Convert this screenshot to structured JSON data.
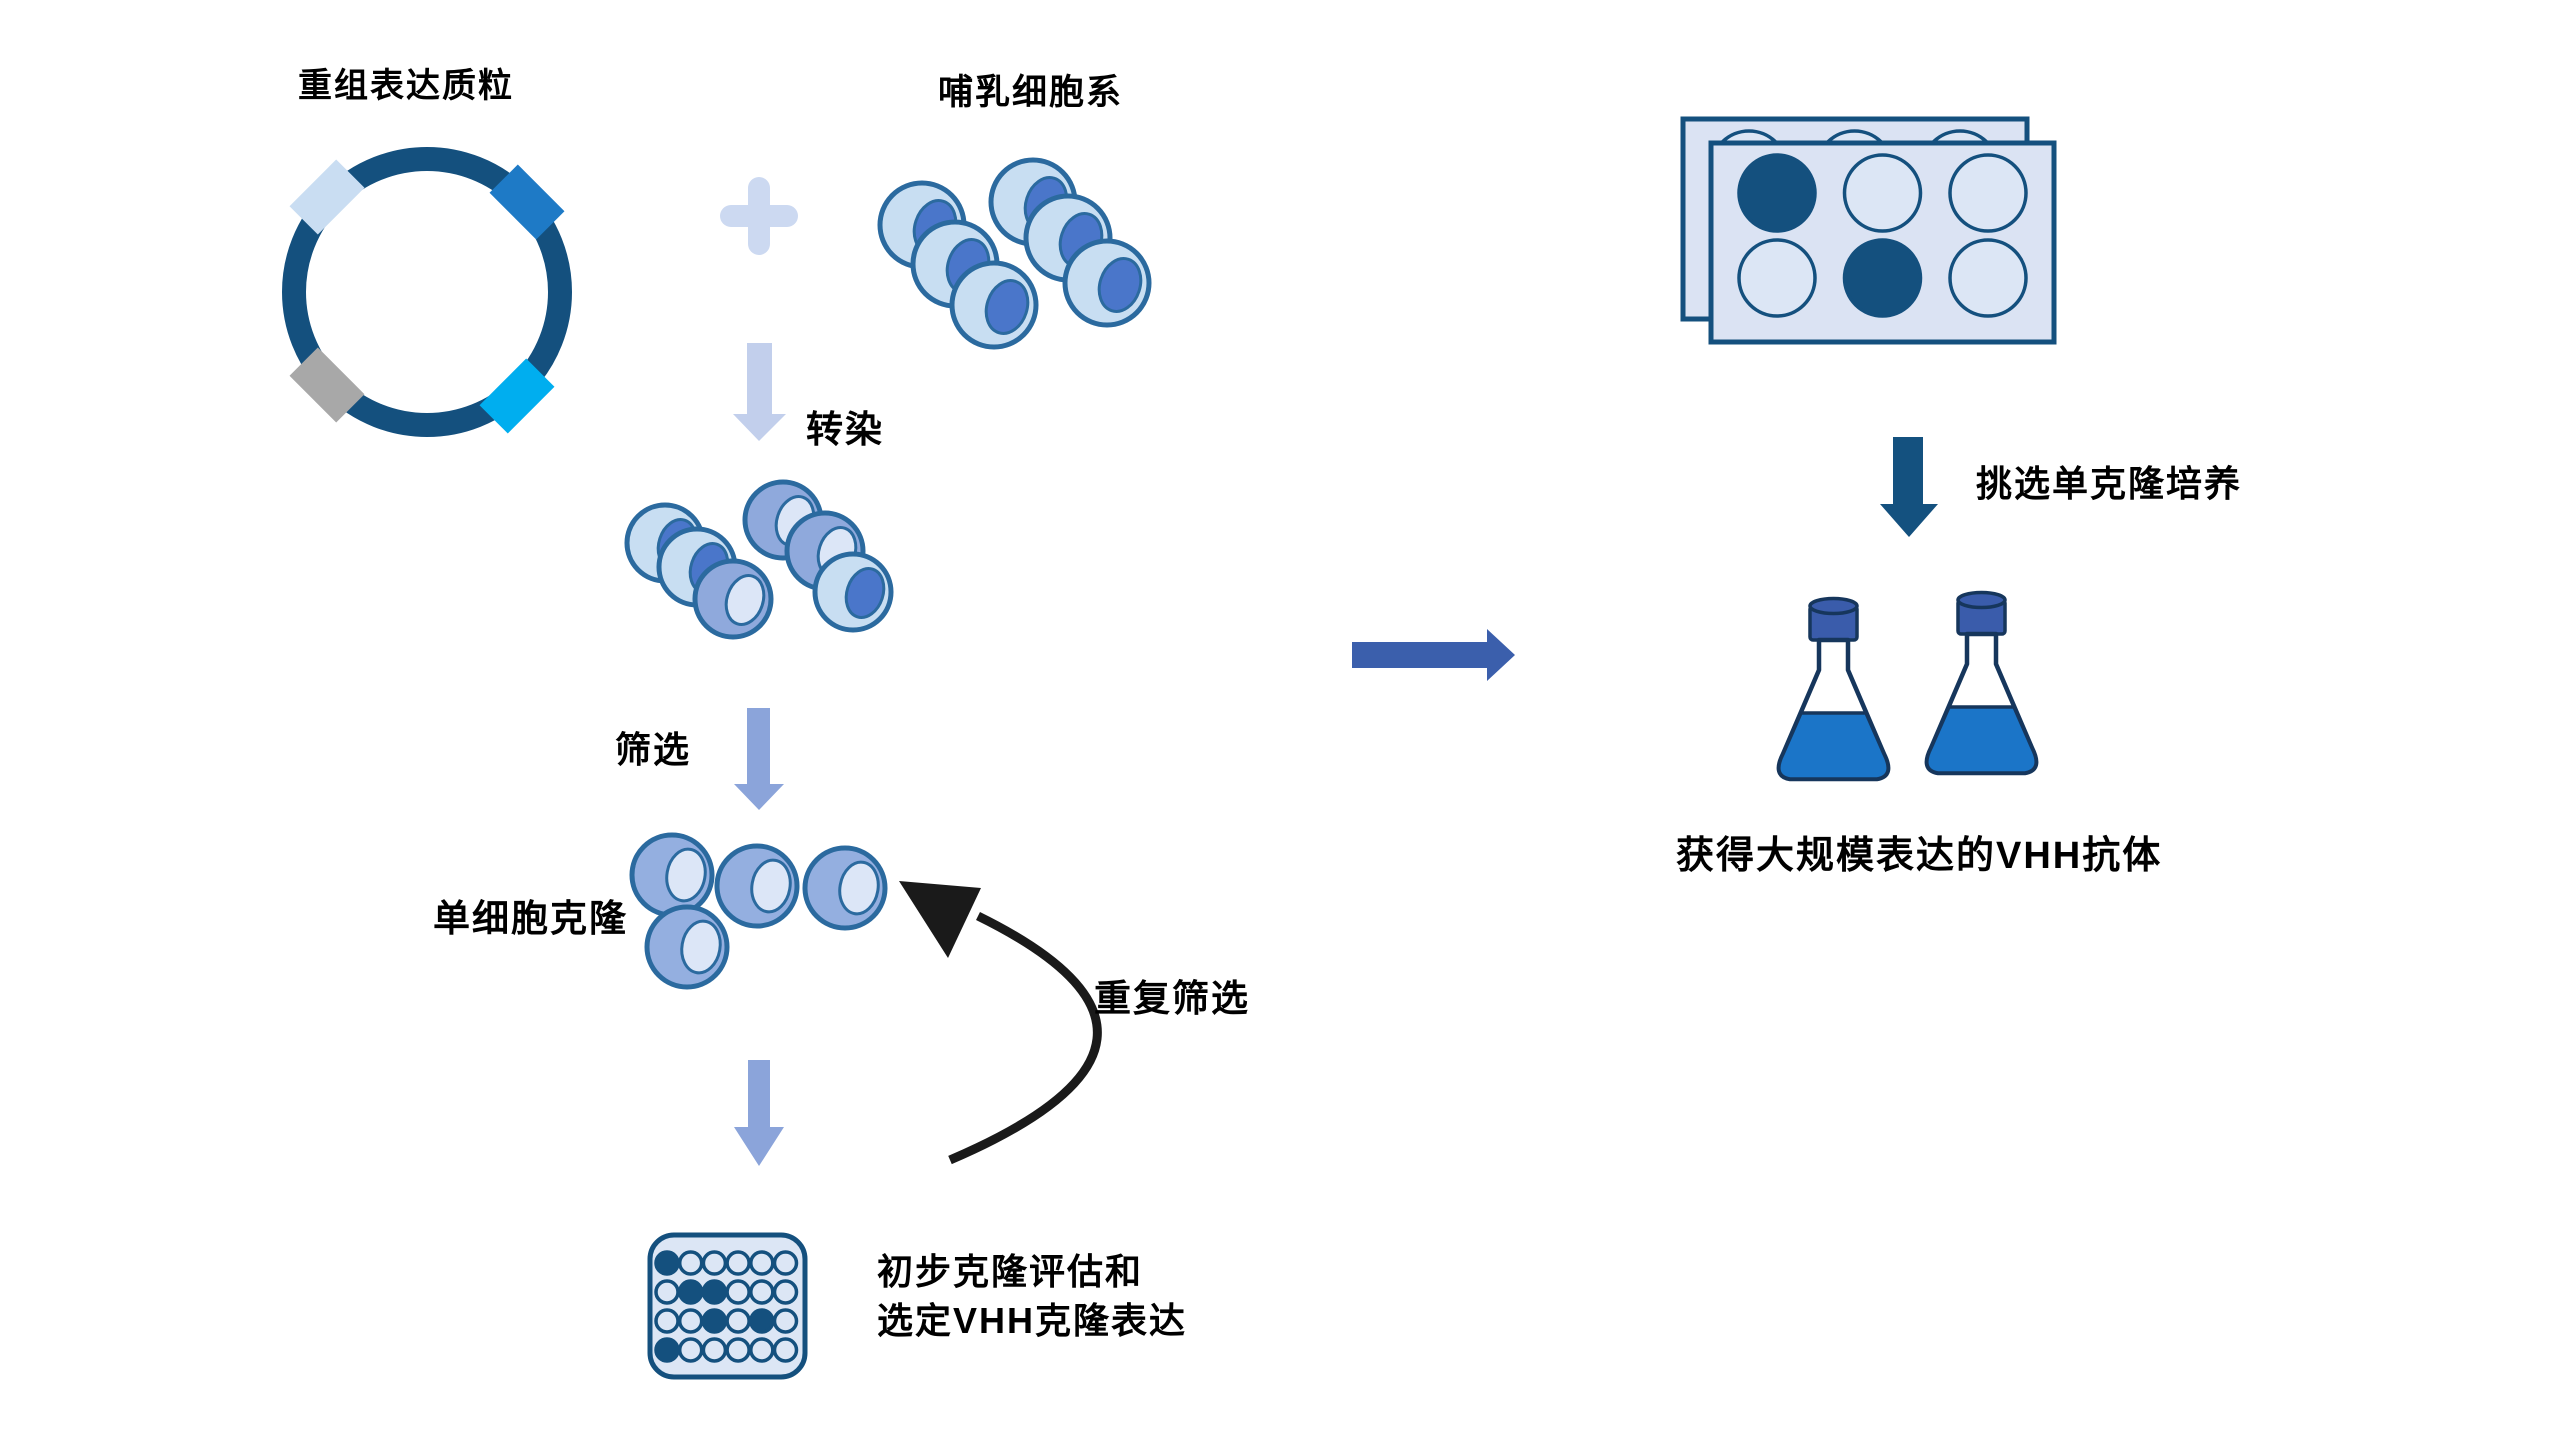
{
  "labels": {
    "plasmid": "重组表达质粒",
    "cell_line": "哺乳细胞系",
    "transfection": "转染",
    "screening": "筛选",
    "single_cell_clone": "单细胞克隆",
    "repeat_screening": "重复筛选",
    "plate_caption_line1": "初步克隆评估和",
    "plate_caption_line2": "选定VHH克隆表达",
    "pick_monoclonal": "挑选单克隆培养",
    "final_result": "获得大规模表达的VHH抗体"
  },
  "colors": {
    "text": "#000000",
    "black": "#1a1a1a",
    "dark_navy": "#14507e",
    "ring_segment_lightblue": "#c9ddf2",
    "ring_segment_blue": "#1e7ac6",
    "ring_segment_gray": "#a8a8a8",
    "ring_segment_cyan": "#00aeef",
    "plus_light": "#ccd9f1",
    "arrow_light": "#c2cfec",
    "arrow_periwinkle": "#8ba4da",
    "arrow_royal": "#3b5fac",
    "arrow_dark": "#14517f",
    "cell_body_light": "#c8def2",
    "cell_body_medium": "#8fa9dc",
    "cell_body_clone": "#94afe0",
    "cell_outline": "#2b6a9f",
    "nucleus_dark": "#4a76ca",
    "nucleus_light": "#dce6f7",
    "plate_fill": "#dce6f5",
    "plate6_fill": "#dbe3f3",
    "flask_liquid": "#1b75c8",
    "flask_cap": "#3a5cab",
    "flask_outline": "#16365c"
  },
  "plates": {
    "plate24": {
      "rows": 4,
      "cols": 6,
      "filled": [
        [
          0,
          0
        ],
        [
          1,
          1
        ],
        [
          1,
          2
        ],
        [
          2,
          2
        ],
        [
          2,
          4
        ],
        [
          3,
          0
        ]
      ]
    },
    "plate6_back": {
      "rows": 2,
      "cols": 3,
      "filled": []
    },
    "plate6_front": {
      "rows": 2,
      "cols": 3,
      "filled": [
        [
          0,
          0
        ],
        [
          1,
          1
        ]
      ]
    }
  }
}
